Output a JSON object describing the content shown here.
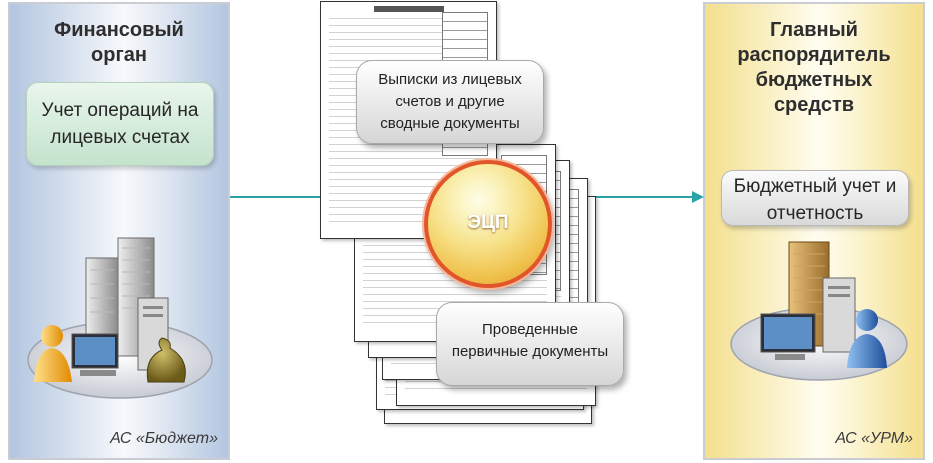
{
  "left_panel": {
    "title": "Финансовый\nорган",
    "box_text": "Учет операций на\nлицевых счетах",
    "footer": "АС «Бюджет»",
    "accent_color": "#b3c6e0"
  },
  "right_panel": {
    "title": "Главный\nраспорядитель\nбюджетных\nсредств",
    "box_text": "Бюджетный учет и\nотчетность",
    "footer": "АС «УРМ»",
    "accent_color": "#f4df8e"
  },
  "center": {
    "top_callout": "Выписки из лицевых\nсчетов и другие\nсводные документы",
    "bottom_callout": "Проведенные\nпервичные документы",
    "seal_label": "ЭЦП",
    "seal_color": "#e2552a",
    "connector_color": "#2aa3a8"
  },
  "icons": {
    "left_pictogram": "office-buildings-server-monitor-user-moneybag-icon",
    "right_pictogram": "office-building-server-monitor-user-icon",
    "seal": "digital-signature-seal-icon",
    "arrow": "arrow-right-icon"
  }
}
